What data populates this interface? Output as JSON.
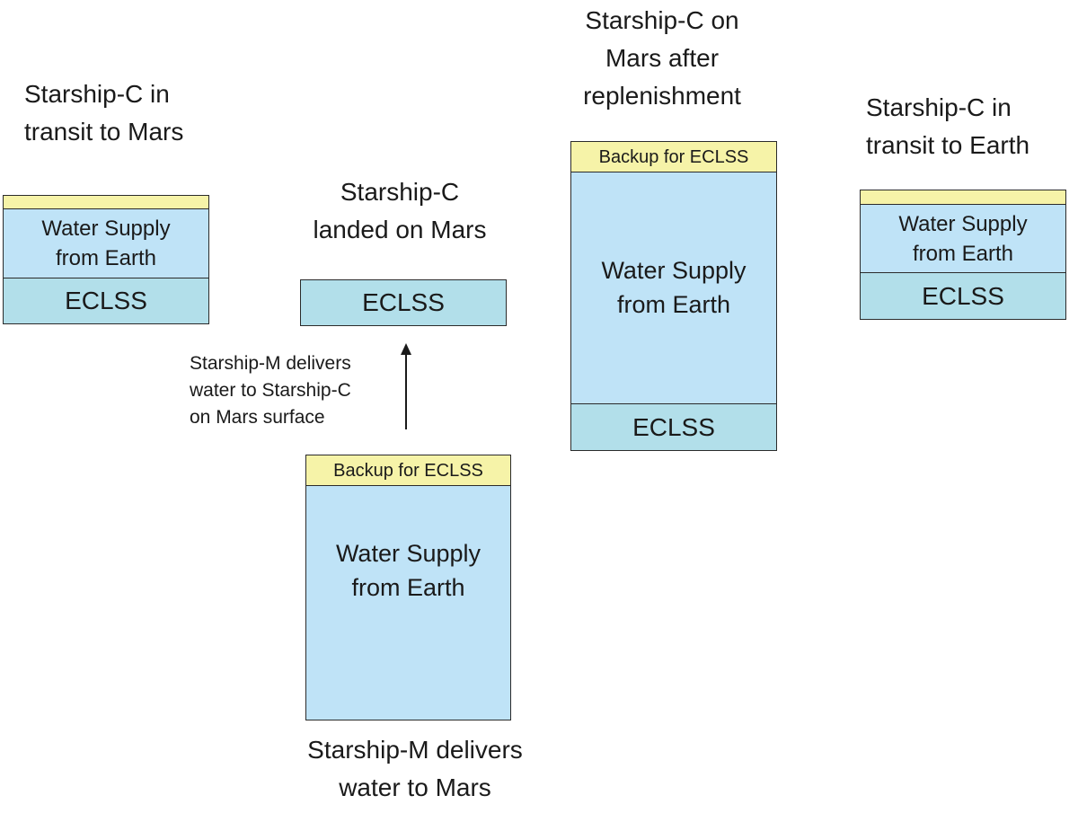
{
  "stages": [
    {
      "id": "transit-to-mars",
      "caption": "Starship-C in\ntransit to Mars",
      "water": "Water Supply\nfrom Earth",
      "eclss": "ECLSS"
    },
    {
      "id": "landed-on-mars",
      "caption": "Starship-C\nlanded on Mars",
      "eclss": "ECLSS"
    },
    {
      "id": "after-replenishment",
      "caption": "Starship-C on\nMars after\nreplenishment",
      "backup": "Backup for ECLSS",
      "water": "Water Supply\nfrom Earth",
      "eclss": "ECLSS"
    },
    {
      "id": "transit-to-earth",
      "caption": "Starship-C in\ntransit to Earth",
      "water": "Water Supply\nfrom Earth",
      "eclss": "ECLSS"
    },
    {
      "id": "starship-m",
      "caption": "Starship-M delivers\nwater to Mars",
      "backup": "Backup for ECLSS",
      "water": "Water Supply\nfrom Earth"
    }
  ],
  "arrow_note": "Starship-M delivers\nwater to Starship-C\non Mars surface",
  "colors": {
    "water": "#bfe3f7",
    "eclss": "#b2dfea",
    "backup": "#f6f3a8",
    "stroke": "#2b2b2b"
  }
}
